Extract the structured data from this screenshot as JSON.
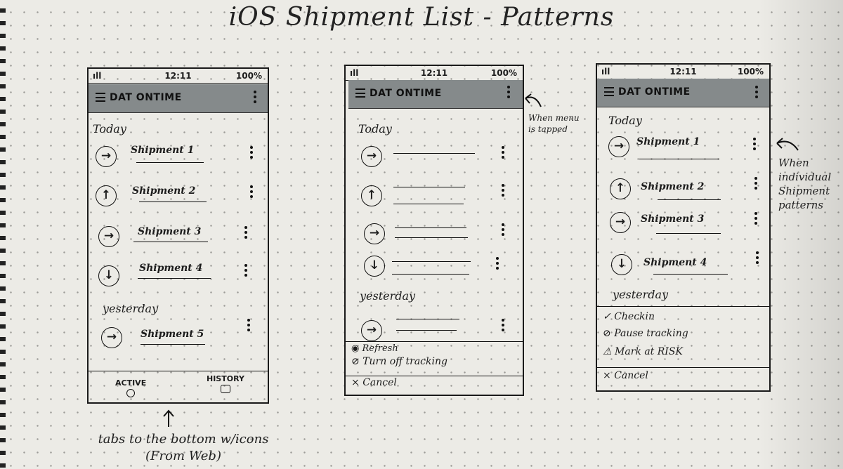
{
  "title": "iOS Shipment List - Patterns",
  "phone": {
    "signal": "ıll",
    "time": "12:11",
    "battery": "100%",
    "app_name": "DAT ONTIME"
  },
  "sections": {
    "today": "Today",
    "yesterday": "yesterday"
  },
  "sketch1": {
    "today": [
      {
        "icon": "arrow-right-icon",
        "glyph": "→",
        "label": "Shipment 1"
      },
      {
        "icon": "arrow-up-icon",
        "glyph": "↑",
        "label": "Shipment 2"
      },
      {
        "icon": "arrow-right-icon",
        "glyph": "→",
        "label": "Shipment 3"
      },
      {
        "icon": "arrow-down-icon",
        "glyph": "↓",
        "label": "Shipment 4"
      }
    ],
    "yesterday": [
      {
        "icon": "arrow-right-icon",
        "glyph": "→",
        "label": "Shipment 5"
      }
    ],
    "tabs": {
      "active": "ACTIVE",
      "history": "HISTORY"
    },
    "note": "tabs to the bottom w/icons (From Web)"
  },
  "sketch2": {
    "menu": {
      "refresh": "Refresh",
      "turn_off": "Turn off tracking",
      "cancel": "Cancel"
    },
    "note": "When menu is tapped"
  },
  "sketch3": {
    "today": [
      {
        "glyph": "→",
        "label": "Shipment 1"
      },
      {
        "glyph": "↑",
        "label": "Shipment 2"
      },
      {
        "glyph": "→",
        "label": "Shipment 3"
      },
      {
        "glyph": "↓",
        "label": "Shipment 4"
      }
    ],
    "menu": {
      "checkin": "Checkin",
      "pause": "Pause tracking",
      "risk": "Mark at RISK",
      "cancel": "Cancel"
    },
    "note": "When individual Shipment patterns"
  }
}
